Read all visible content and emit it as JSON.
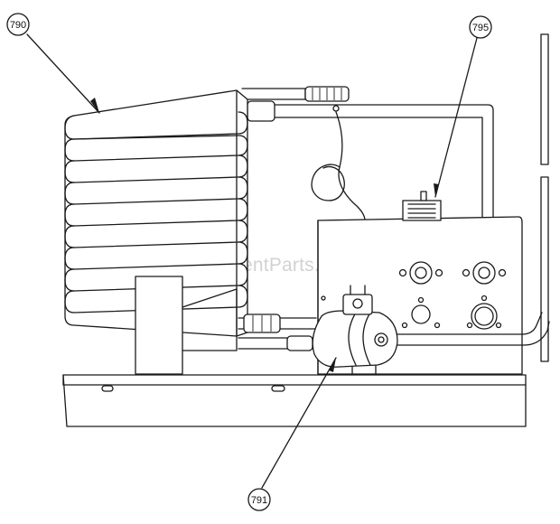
{
  "watermark": "eReplacementParts.com",
  "callouts": {
    "c790": "790",
    "c795": "795",
    "c791": "791"
  },
  "colors": {
    "line": "#1a1a1a",
    "background": "#ffffff",
    "watermark": "#d2d2d2"
  }
}
